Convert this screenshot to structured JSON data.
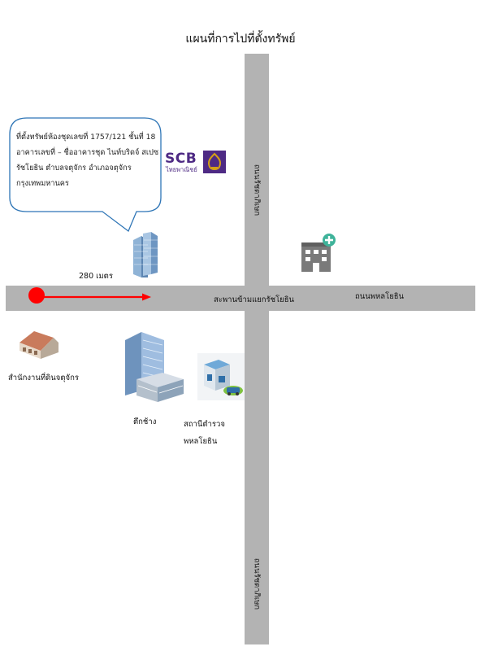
{
  "title": "แผนที่การไปที่ตั้งทรัพย์",
  "callout_text": "ที่ตั้งทรัพย์ห้องชุดเลขที่ 1757/121 ชั้นที่ 18 อาคารเลขที่ – ชื่ออาคารชุด ไนท์บริดจ์ สเปซ รัชโยธิน ตำบลจตุจักร อำเภอจตุจักร กรุงเทพมหานคร",
  "distance_label": "280 เมตร",
  "roads": {
    "vertical_top": "ถนนรัชดาภิเษก",
    "vertical_bottom": "ถนนรัชดาภิเษก",
    "horizontal_right": "ถนนพหลโยธิน",
    "intersection": "สะพานข้ามแยกรัชโยธิน"
  },
  "landmarks": {
    "scb_logo": "SCB",
    "scb_thai": "ไทยพาณิชย์",
    "land_office": "สำนักงานที่ดินจตุจักร",
    "elephant_building": "ตึกช้าง",
    "police_station": "สถานีตำรวจ พหลโยธิน"
  },
  "colors": {
    "road": "#b3b3b3",
    "arrow": "#ff0000",
    "scb": "#4e2a84",
    "callout_border": "#2e75b6"
  },
  "icons": [
    "condo-building-icon",
    "scb-logo-icon",
    "hospital-icon",
    "warehouse-icon",
    "office-tower-icon",
    "police-station-icon"
  ]
}
